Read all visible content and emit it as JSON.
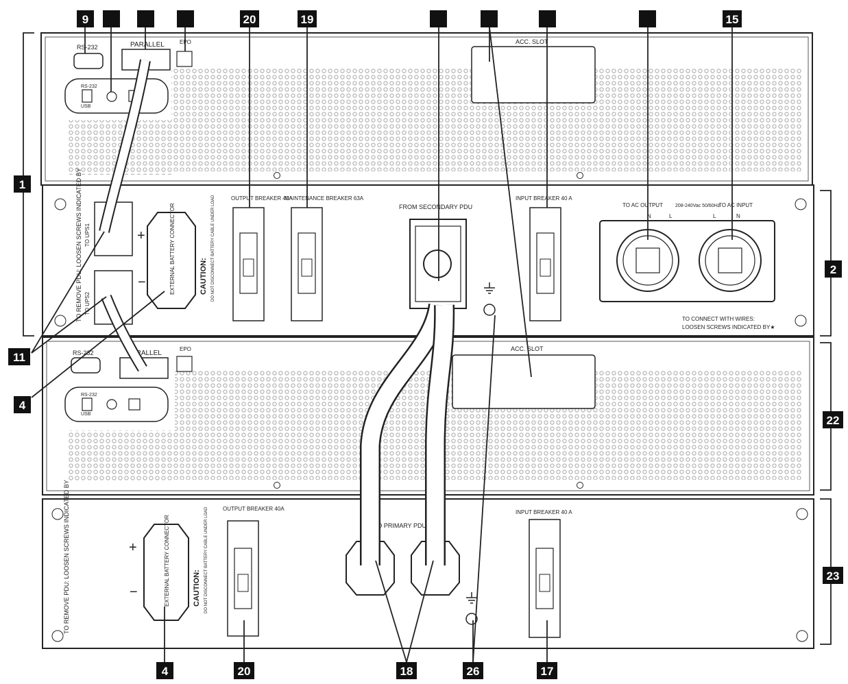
{
  "callouts": {
    "c1": "1",
    "c2": "2",
    "c4a": "4",
    "c4b": "4",
    "c9": "9",
    "c11": "11",
    "c15": "15",
    "c17": "17",
    "c18": "18",
    "c19": "19",
    "c20a": "20",
    "c20b": "20",
    "c22": "22",
    "c23": "23",
    "c26": "26"
  },
  "upper_ups": {
    "rs232": "RS-232",
    "rs232_small": "RS-232",
    "usb": "USB",
    "parallel": "PARALLEL",
    "epo": "EPO",
    "acc_slot": "ACC. SLOT"
  },
  "pdu": {
    "remove_note": "TO REMOVE PDU: LOOSEN SCREWS INDICATED BY",
    "to_ups1": "TO UPS1",
    "to_ups2": "TO UPS2",
    "plus": "+",
    "minus": "−",
    "battery_connector": "EXTERNAL BATTERY CONNECTOR",
    "caution_title": "CAUTION:",
    "caution_text": "DO NOT DISCONNECT BATTERY CABLE UNDER LOAD",
    "output_breaker": "OUTPUT BREAKER 40A",
    "maintenance_breaker": "MAINTENANCE BREAKER 63A",
    "from_secondary": "FROM SECONDARY PDU",
    "input_breaker": "INPUT BREAKER 40 A",
    "to_ac_output": "TO AC OUTPUT",
    "voltage": "208-240Vac 50/60Hz",
    "to_ac_input": "TO AC INPUT",
    "connect_note_1": "TO CONNECT WITH WIRES:",
    "connect_note_2": "LOOSEN SCREWS INDICATED BY★",
    "term_l": "L",
    "term_n": "N"
  },
  "lower_ups": {
    "rs232": "RS-232",
    "rs232_small": "RS-232",
    "usb": "USB",
    "parallel": "PARALLEL",
    "epo": "EPO",
    "acc_slot": "ACC. SLOT"
  },
  "pdu2": {
    "remove_note": "TO REMOVE PDU: LOOSEN SCREWS INDICATED BY",
    "plus": "+",
    "minus": "−",
    "battery_connector": "EXTERNAL BATTERY CONNECTOR",
    "caution_title": "CAUTION:",
    "caution_text": "DO NOT DISCONNECT BATTERY CABLE UNDER LOAD",
    "output_breaker": "OUTPUT BREAKER 40A",
    "to_primary": "TO PRIMARY PDU",
    "input_breaker": "INPUT BREAKER 40 A"
  },
  "colors": {
    "line": "#222222",
    "badge": "#111111",
    "grille": "#8a8a8a",
    "panel": "#ffffff"
  }
}
